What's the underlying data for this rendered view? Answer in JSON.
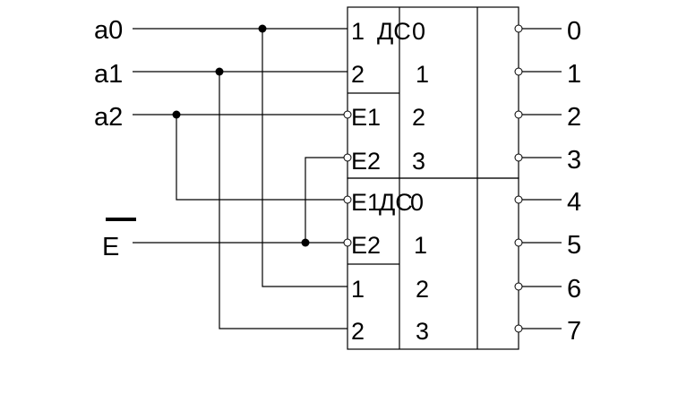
{
  "inputs": {
    "a0": "a0",
    "a1": "a1",
    "a2": "a2",
    "enable": "E"
  },
  "decoder_top": {
    "symbol": "ДС",
    "address_pins": [
      "1",
      "2"
    ],
    "enable_pins": [
      "E1",
      "E2"
    ],
    "output_pins": [
      "0",
      "1",
      "2",
      "3"
    ]
  },
  "decoder_bottom": {
    "symbol": "ДС",
    "enable_pins": [
      "E1",
      "E2"
    ],
    "address_pins": [
      "1",
      "2"
    ],
    "output_pins": [
      "0",
      "1",
      "2",
      "3"
    ]
  },
  "outputs": [
    "0",
    "1",
    "2",
    "3",
    "4",
    "5",
    "6",
    "7"
  ]
}
